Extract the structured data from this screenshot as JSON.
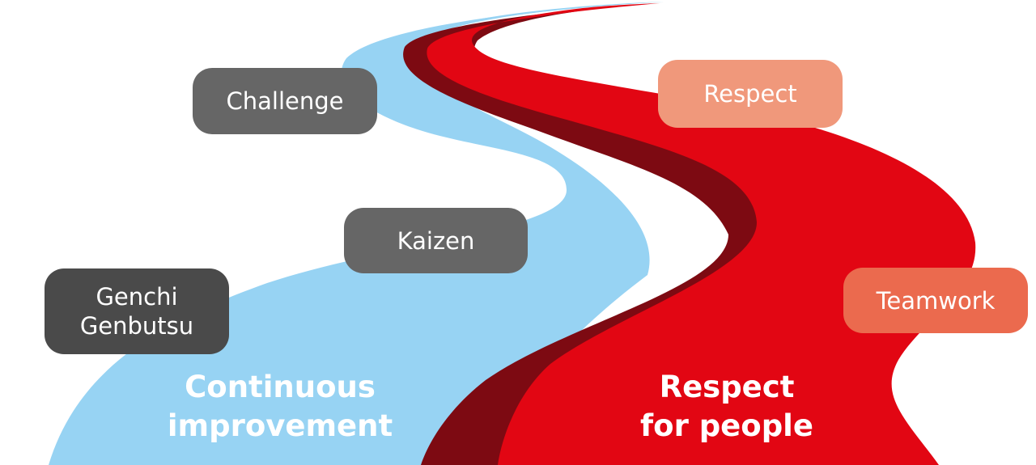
{
  "colors": {
    "background": "#ffffff",
    "blue_stream": "#97d3f3",
    "red_stream": "#e20613",
    "dark_red_band": "#7d0a12",
    "pill_dark": "#4a4a4a",
    "pill_mid": "#666666",
    "pill_salmon": "#f0987b",
    "pill_coral": "#eb6a4e"
  },
  "pillars": {
    "continuous_improvement": {
      "label": "Continuous\nimprovement",
      "items": [
        {
          "label": "Challenge",
          "color": "#666666"
        },
        {
          "label": "Kaizen",
          "color": "#666666"
        },
        {
          "label": "Genchi\nGenbutsu",
          "color": "#4a4a4a"
        }
      ]
    },
    "respect_for_people": {
      "label": "Respect\nfor people",
      "items": [
        {
          "label": "Respect",
          "color": "#f0987b"
        },
        {
          "label": "Teamwork",
          "color": "#eb6a4e"
        }
      ]
    }
  }
}
